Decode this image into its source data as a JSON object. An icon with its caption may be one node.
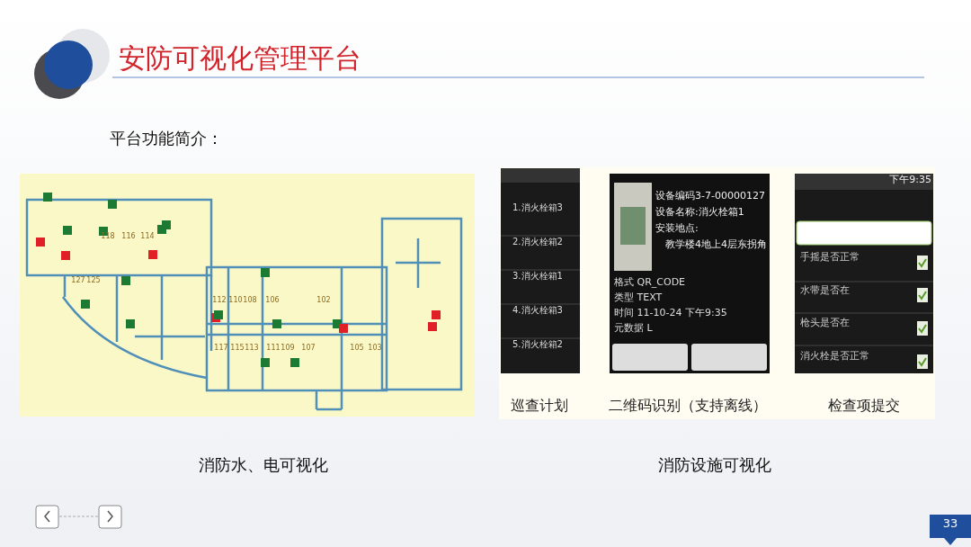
{
  "diagram": {
    "title": "安防可视化管理平台",
    "labels": [
      "平台功能简介：",
      "118",
      "116",
      "114",
      "127",
      "125",
      "112",
      "110",
      "108",
      "106",
      "102",
      "117",
      "115",
      "113",
      "111",
      "109",
      "107",
      "105",
      "103",
      "1.消火栓箱3",
      "2.消火栓箱2",
      "3.消火栓箱1",
      "4.消火栓箱3",
      "5.消火栓箱2",
      "设备编码3-7-00000127",
      "设备名称:消火栓箱1",
      "安装地点:",
      "教学楼4地上4层东拐角",
      "格式 QR_CODE",
      "类型 TEXT",
      "时间 11-10-24 下午9:35",
      "元数据 L",
      "下午9:35",
      "手摇是否正常",
      "水带是否在",
      "枪头是否在",
      "消火栓是否正常",
      "巡查计划",
      "二维码识别（支持离线）",
      "检查项提交",
      "消防水、电可视化",
      "消防设施可视化",
      "33"
    ]
  }
}
